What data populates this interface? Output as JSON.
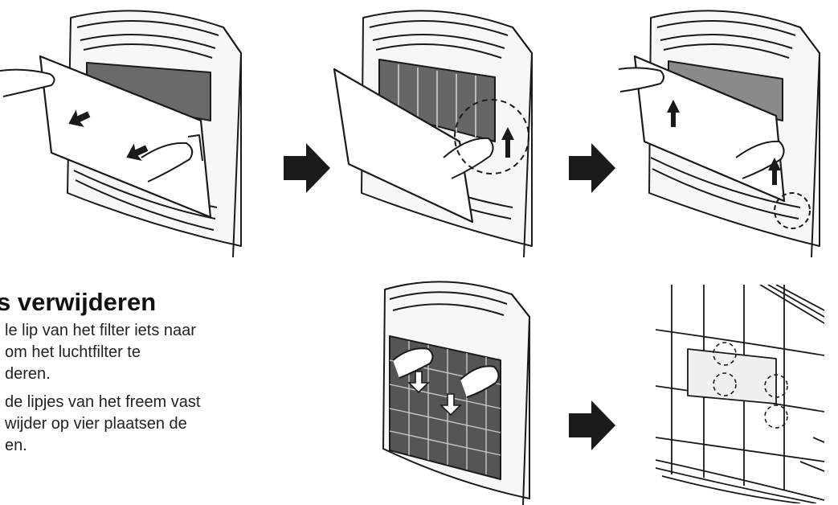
{
  "section": {
    "heading": "s verwijderen",
    "steps": [
      {
        "lines": [
          "le lip van het filter iets naar",
          "om het luchtfilter te",
          "deren."
        ]
      },
      {
        "lines": [
          "de lipjes van het freem vast",
          "wijder op vier plaatsen de",
          "en."
        ]
      }
    ]
  },
  "colors": {
    "ink": "#1a1a1a",
    "unit_fill": "#f4f4f4",
    "mesh": "#555555",
    "arrow": "#1a1a1a"
  },
  "icons": [
    "arrow-right-icon"
  ]
}
